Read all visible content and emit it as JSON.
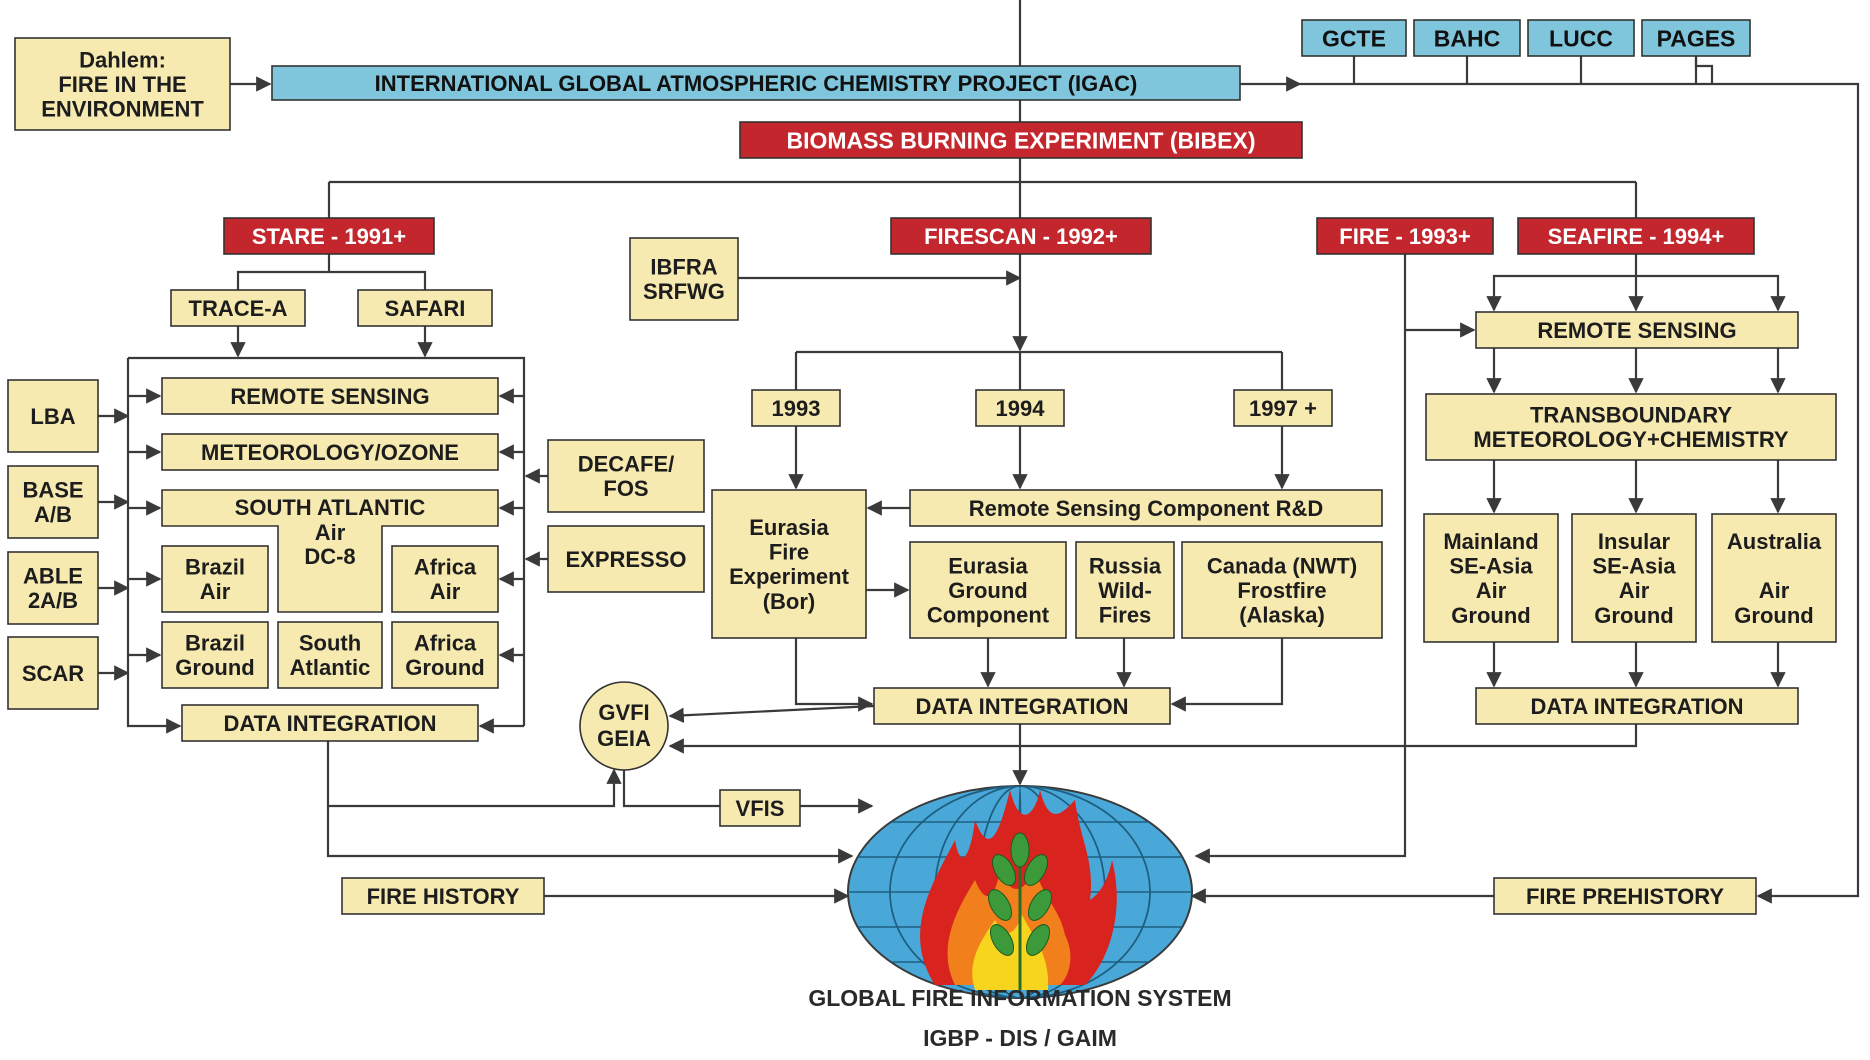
{
  "colors": {
    "yellow_box": "#f7eab0",
    "blue_box": "#7fc6dc",
    "red_box": "#c3262c",
    "line": "#3a3a3a",
    "globe_water": "#4aa8d8",
    "flame_red": "#d8231f",
    "flame_orange": "#f07f1c",
    "flame_yellow": "#f7d51f",
    "leaf_green": "#3d9a3b",
    "page_background": "#ffffff"
  },
  "boxes": {
    "dahlem": [
      "Dahlem:",
      "FIRE IN THE",
      "ENVIRONMENT"
    ],
    "igac": [
      "INTERNATIONAL GLOBAL ATMOSPHERIC CHEMISTRY PROJECT (IGAC)"
    ],
    "gcte": [
      "GCTE"
    ],
    "bahc": [
      "BAHC"
    ],
    "lucc": [
      "LUCC"
    ],
    "pages": [
      "PAGES"
    ],
    "bibex": [
      "BIOMASS BURNING EXPERIMENT (BIBEX)"
    ],
    "stare": [
      "STARE - 1991+"
    ],
    "firescan": [
      "FIRESCAN - 1992+"
    ],
    "fire1993": [
      "FIRE - 1993+"
    ],
    "seafire": [
      "SEAFIRE - 1994+"
    ],
    "ibfra": [
      "IBFRA",
      "SRFWG"
    ],
    "trace_a": [
      "TRACE-A"
    ],
    "safari": [
      "SAFARI"
    ],
    "lba": [
      "LBA"
    ],
    "base": [
      "BASE",
      "A/B"
    ],
    "able": [
      "ABLE",
      "2A/B"
    ],
    "scar": [
      "SCAR"
    ],
    "stare_remote": [
      "REMOTE SENSING"
    ],
    "stare_met": [
      "METEOROLOGY/OZONE"
    ],
    "stare_satl_air": [
      "SOUTH ATLANTIC",
      "Air",
      "DC-8"
    ],
    "brazil_air": [
      "Brazil",
      "Air"
    ],
    "africa_air": [
      "Africa",
      "Air"
    ],
    "brazil_ground": [
      "Brazil",
      "Ground"
    ],
    "south_atlantic": [
      "South",
      "Atlantic"
    ],
    "africa_ground": [
      "Africa",
      "Ground"
    ],
    "stare_data": [
      "DATA INTEGRATION"
    ],
    "decafe": [
      "DECAFE/",
      "FOS"
    ],
    "expresso": [
      "EXPRESSO"
    ],
    "y1993": [
      "1993"
    ],
    "y1994": [
      "1994"
    ],
    "y1997": [
      "1997 +"
    ],
    "eurasia_fire": [
      "Eurasia",
      "Fire",
      "Experiment",
      "(Bor)"
    ],
    "rs_component": [
      "Remote Sensing Component R&D"
    ],
    "eurasia_ground": [
      "Eurasia",
      "Ground",
      "Component"
    ],
    "russia": [
      "Russia",
      "Wild-",
      "Fires"
    ],
    "canada": [
      "Canada (NWT)",
      "Frostfire",
      "(Alaska)"
    ],
    "firescan_data": [
      "DATA INTEGRATION"
    ],
    "gvfi": [
      "GVFI",
      "GEIA"
    ],
    "vfis": [
      "VFIS"
    ],
    "sea_remote": [
      "REMOTE SENSING"
    ],
    "transboundary": [
      "TRANSBOUNDARY",
      "METEOROLOGY+CHEMISTRY"
    ],
    "mainland": [
      "Mainland",
      "SE-Asia",
      "Air",
      "Ground"
    ],
    "insular": [
      "Insular",
      "SE-Asia",
      "Air",
      "Ground"
    ],
    "australia": [
      "Australia",
      "",
      "Air",
      "Ground"
    ],
    "sea_data": [
      "DATA INTEGRATION"
    ],
    "fire_history": [
      "FIRE HISTORY"
    ],
    "fire_prehistory": [
      "FIRE PREHISTORY"
    ]
  },
  "caption": {
    "line1": "GLOBAL FIRE INFORMATION SYSTEM",
    "line2": "IGBP - DIS / GAIM"
  }
}
